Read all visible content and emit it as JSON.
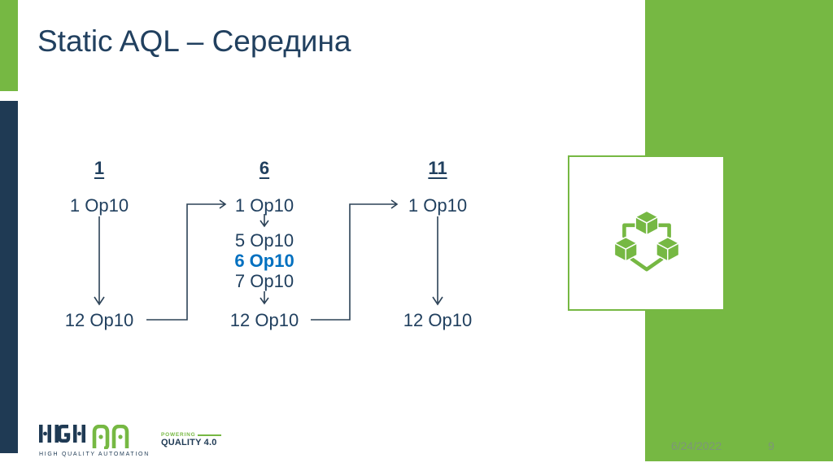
{
  "slide": {
    "title": "Static AQL – Середина",
    "footer": {
      "date": "6/24/2022",
      "page_number": "9"
    }
  },
  "diagram": {
    "columns": [
      {
        "header": "1",
        "items": [
          "1 Op10",
          "12 Op10"
        ]
      },
      {
        "header": "6",
        "items": [
          "1 Op10",
          "5 Op10",
          "6 Op10",
          "7 Op10",
          "12 Op10"
        ]
      },
      {
        "header": "11",
        "items": [
          "1 Op10",
          "12 Op10"
        ]
      }
    ],
    "highlighted_step": "6 Op10"
  },
  "logo": {
    "brand": "HIGH QA",
    "tagline": "HIGH QUALITY AUTOMATION",
    "powering_label": "POWERING",
    "quality_label": "QUALITY 4.0"
  },
  "icon": {
    "name": "distributed-cubes"
  },
  "colors": {
    "green": "#76B843",
    "navy": "#1F3A54",
    "text": "#21405F",
    "blue": "#0070C0",
    "footer": "#7D9678",
    "connector": "#2C4257"
  }
}
